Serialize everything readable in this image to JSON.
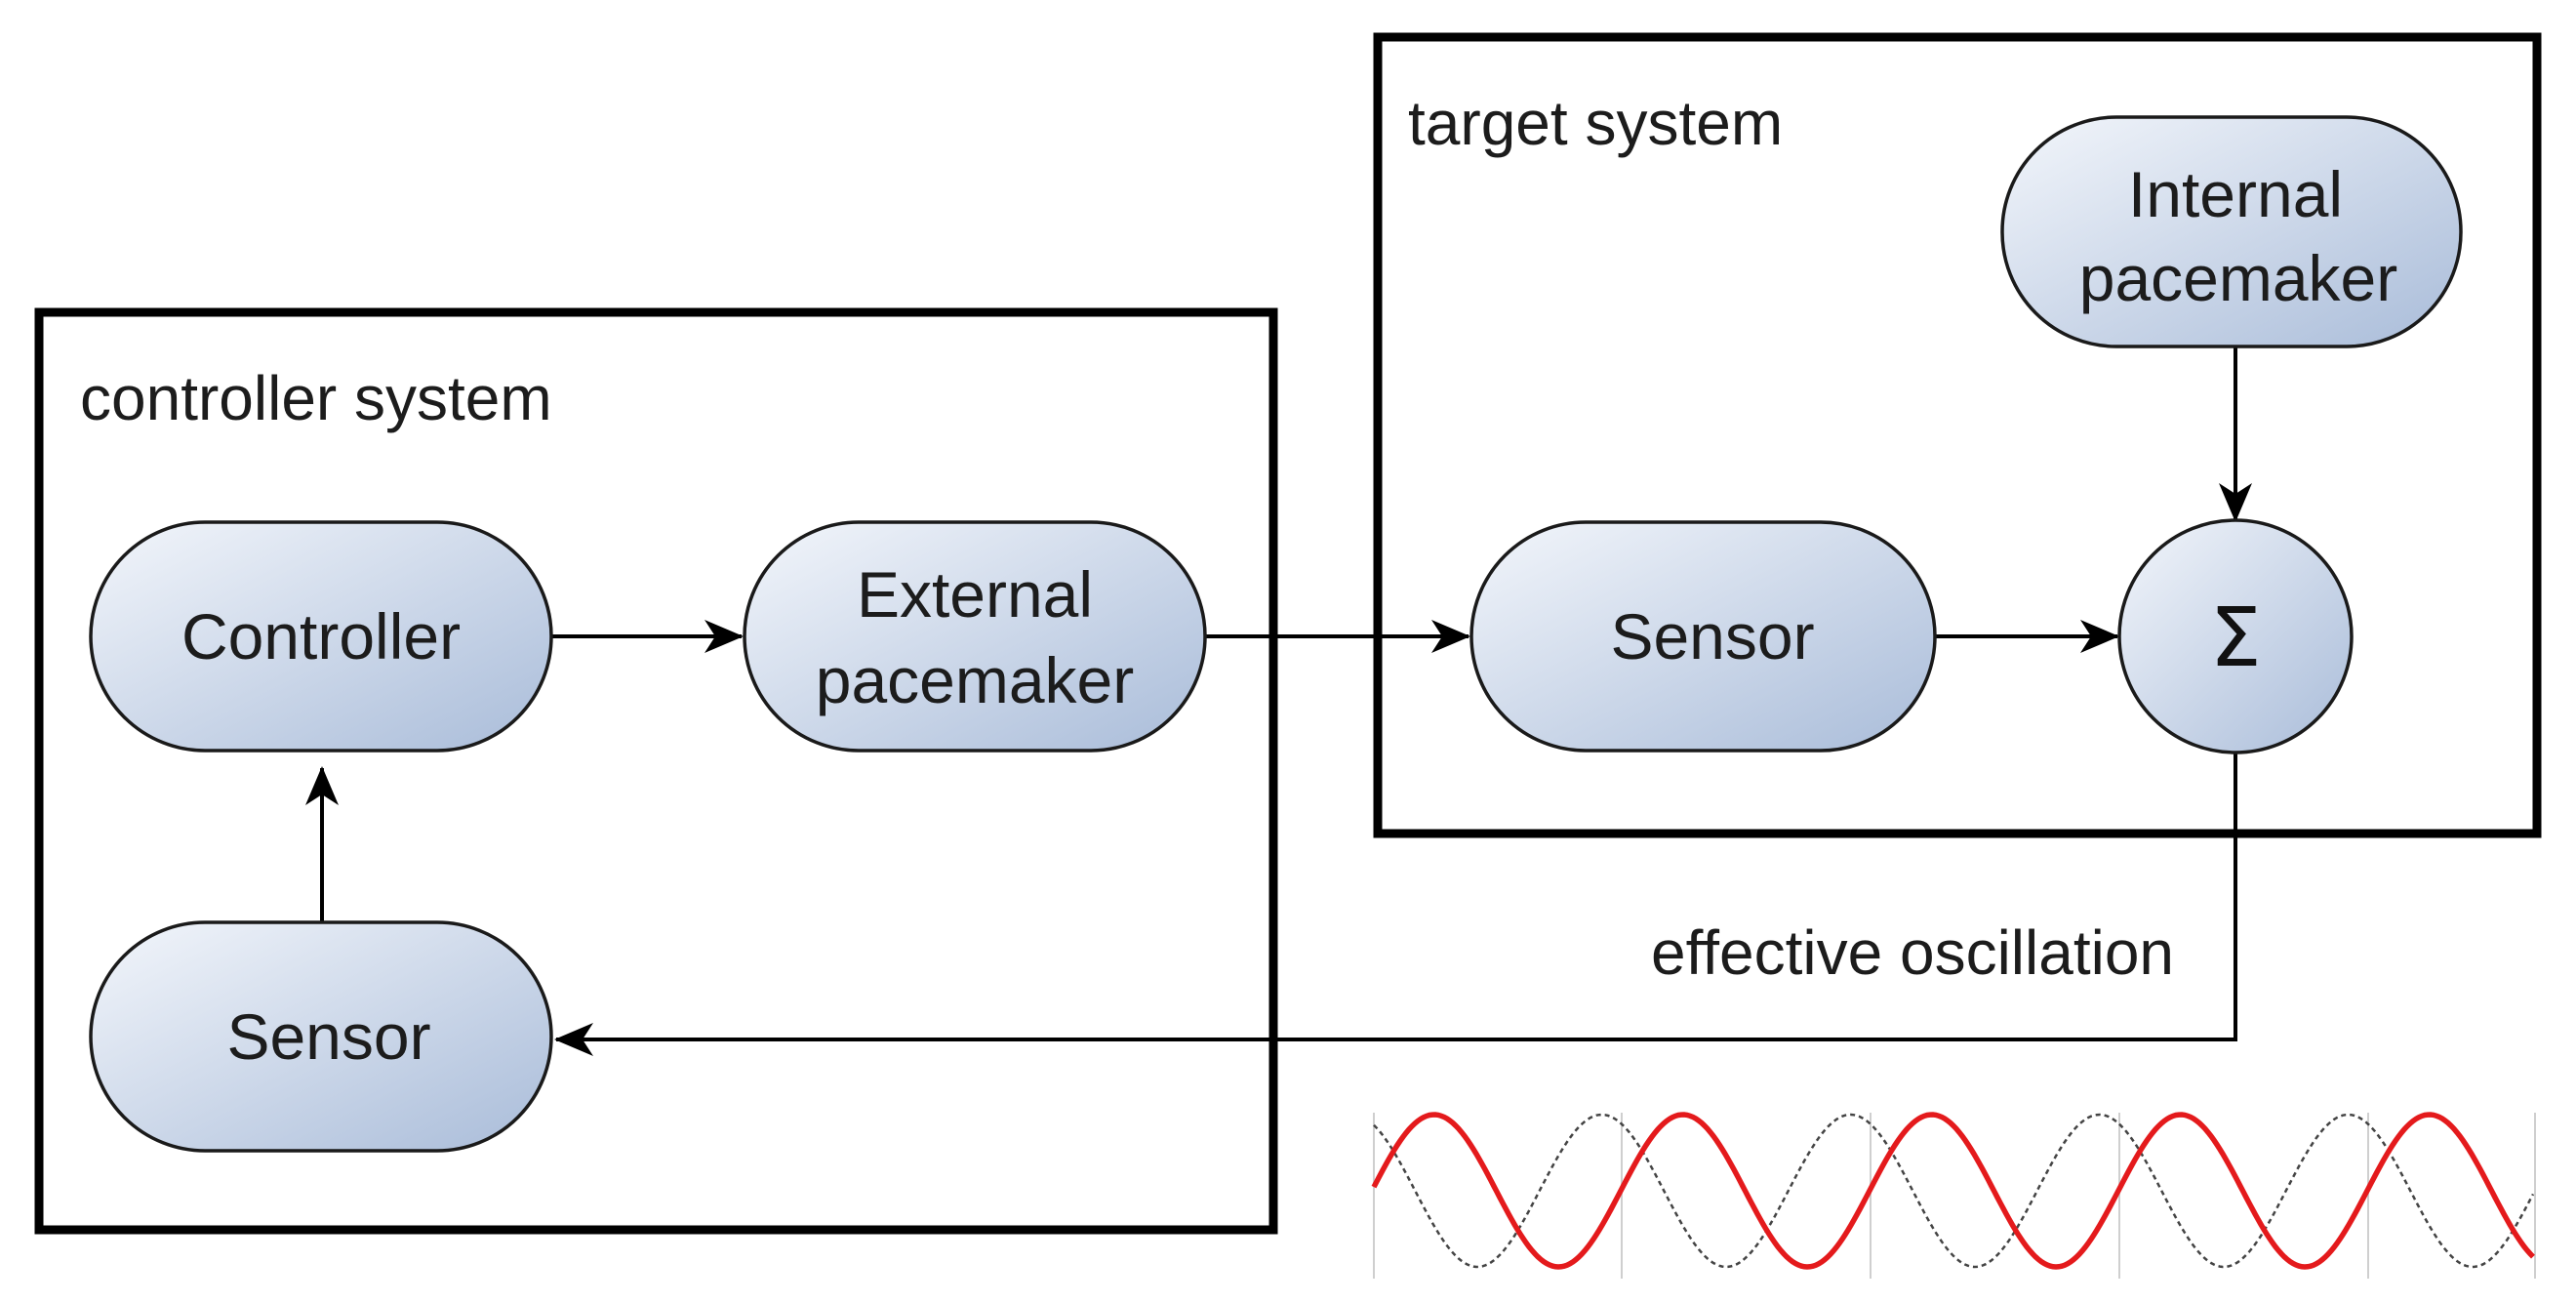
{
  "groups": {
    "controller": {
      "label": "controller system"
    },
    "target": {
      "label": "target system"
    }
  },
  "nodes": {
    "controller": {
      "label": "Controller"
    },
    "external_pacemaker": {
      "line1": "External",
      "line2": "pacemaker"
    },
    "controller_sensor": {
      "label": "Sensor"
    },
    "target_sensor": {
      "label": "Sensor"
    },
    "internal_pacemaker": {
      "line1": "Internal",
      "line2": "pacemaker"
    },
    "summation": {
      "label": "Σ"
    }
  },
  "edges": {
    "feedback": {
      "label": "effective oscillation"
    }
  },
  "colors": {
    "node_fill_light": "#f3f6fb",
    "node_fill_dark": "#a9bcd9",
    "node_stroke": "#1a1a1a",
    "frame": "#000000",
    "wave_primary": "#e41a1c",
    "wave_secondary": "#444444"
  }
}
